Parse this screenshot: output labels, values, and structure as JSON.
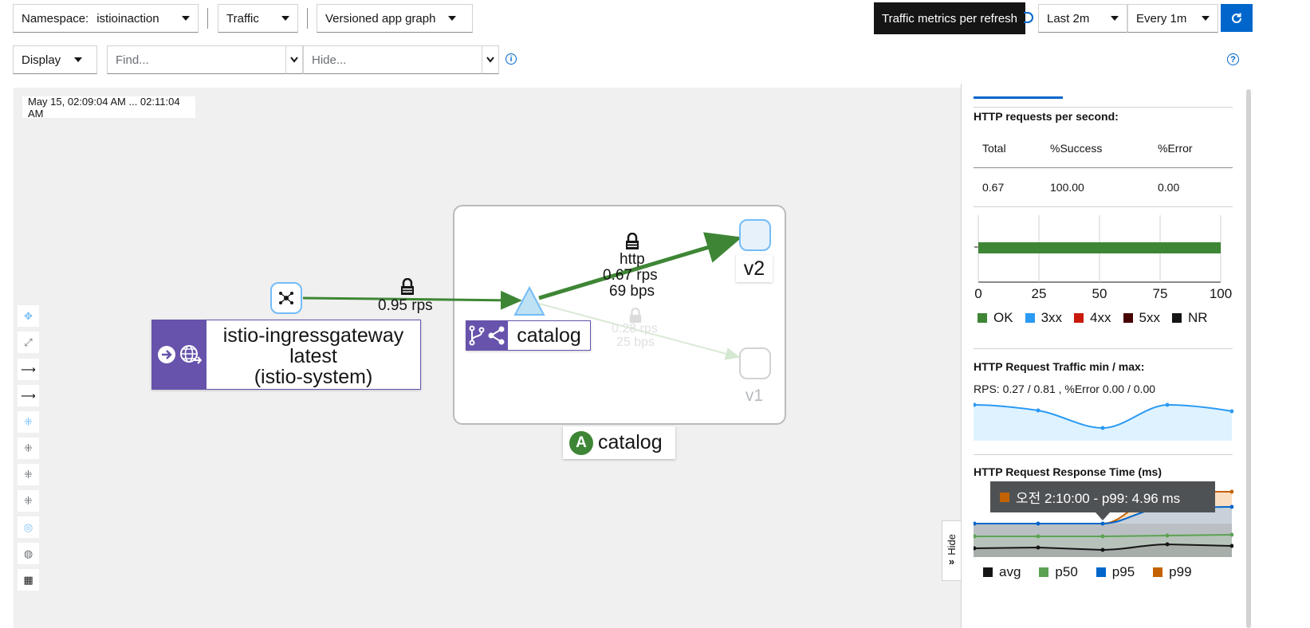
{
  "toolbar": {
    "namespace_label": "Namespace:",
    "namespace_value": "istioinaction",
    "traffic_label": "Traffic",
    "graph_type": "Versioned app graph",
    "tooltip": "Traffic metrics per refresh",
    "duration": "Last 2m",
    "refresh_interval": "Every 1m",
    "display_label": "Display",
    "find_placeholder": "Find...",
    "hide_placeholder": "Hide..."
  },
  "graph": {
    "timestamp": "May 15, 02:09:04 AM ... 02:11:04 AM",
    "edge_ingress_rps": "0.95 rps",
    "edge_v2_protocol": "http",
    "edge_v2_rps": "0.67 rps",
    "edge_v2_bps": "69 bps",
    "edge_v1_rps": "0.28 rps",
    "edge_v1_bps": "25 bps",
    "ingress_label_line1": "istio-ingressgateway",
    "ingress_label_line2": "latest",
    "ingress_label_line3": "(istio-system)",
    "service_label": "catalog",
    "v2_label": "v2",
    "v1_label": "v1",
    "app_box_badge": "A",
    "app_box_label": "catalog"
  },
  "side_panel": {
    "hide_label": "Hide",
    "http_rps_title": "HTTP requests per second:",
    "table_headers": [
      "Total",
      "%Success",
      "%Error"
    ],
    "table_row": [
      "0.67",
      "100.00",
      "0.00"
    ],
    "bar_ticks": [
      "0",
      "25",
      "50",
      "75",
      "100"
    ],
    "legend": [
      {
        "label": "OK",
        "color": "#3e8635"
      },
      {
        "label": "3xx",
        "color": "#2b9af3"
      },
      {
        "label": "4xx",
        "color": "#c9190b"
      },
      {
        "label": "5xx",
        "color": "#470000"
      },
      {
        "label": "NR",
        "color": "#151515"
      }
    ],
    "traffic_title": "HTTP Request Traffic min / max:",
    "traffic_summary": "RPS: 0.27 / 0.81 , %Error 0.00 / 0.00",
    "response_title": "HTTP Request Response Time (ms)",
    "response_tooltip": "오전 2:10:00 - p99: 4.96 ms",
    "response_legend": [
      {
        "label": "avg",
        "color": "#151515"
      },
      {
        "label": "p50",
        "color": "#5ba352"
      },
      {
        "label": "p95",
        "color": "#06c"
      },
      {
        "label": "p99",
        "color": "#c46100"
      }
    ]
  },
  "chart_data": {
    "type": "bar",
    "categories": [
      "OK",
      "3xx",
      "4xx",
      "5xx",
      "NR"
    ],
    "values": [
      100,
      0,
      0,
      0,
      0
    ],
    "xlim": [
      0,
      100
    ]
  },
  "colors": {
    "accent": "#06c",
    "workload_purple": "#6753ac",
    "edge_green": "#3e8635",
    "app_badge": "#3e8635"
  }
}
